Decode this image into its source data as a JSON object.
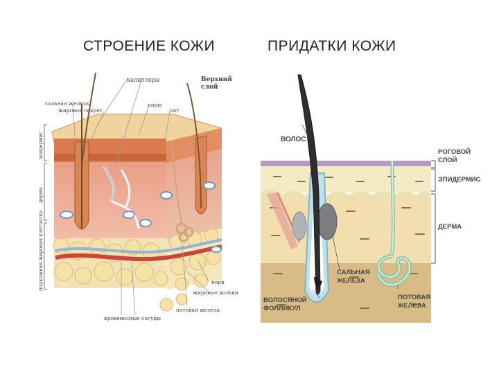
{
  "titles": {
    "left": "СТРОЕНИЕ КОЖИ",
    "right": "ПРИДАТКИ  КОЖИ"
  },
  "left_diagram": {
    "labels": {
      "capillaries": "капилляры",
      "top_layer": "Верхний\nслой",
      "sebaceous_gland": "сальная железа",
      "sweat_secretion": "жировой секрет",
      "pores": "поры",
      "hair": "пот",
      "epidermis": "эпидермис",
      "dermis": "дерма",
      "subcutaneous": "подкожная жировая клетчатка",
      "nerve": "нерв",
      "fat_cells": "жировые дольки",
      "sweat_gland": "потовая железа",
      "blood_vessels": "кровеносные сосуды"
    }
  },
  "right_diagram": {
    "labels": {
      "hair": "ВОЛОС",
      "horny_layer": "РОГОВОЙ\nСЛОЙ",
      "epidermis": "ЭПИДЕРМИС",
      "dermis": "ДЕРМА",
      "sebaceous_gland": "САЛЬНАЯ\nЖЕЛЕЗА",
      "hair_follicle": "ВОЛОСЯНОЙ\nФОЛЛИКУЛ",
      "sweat_gland": "ПОТОВАЯ\nЖЕЛЕЗА"
    }
  }
}
